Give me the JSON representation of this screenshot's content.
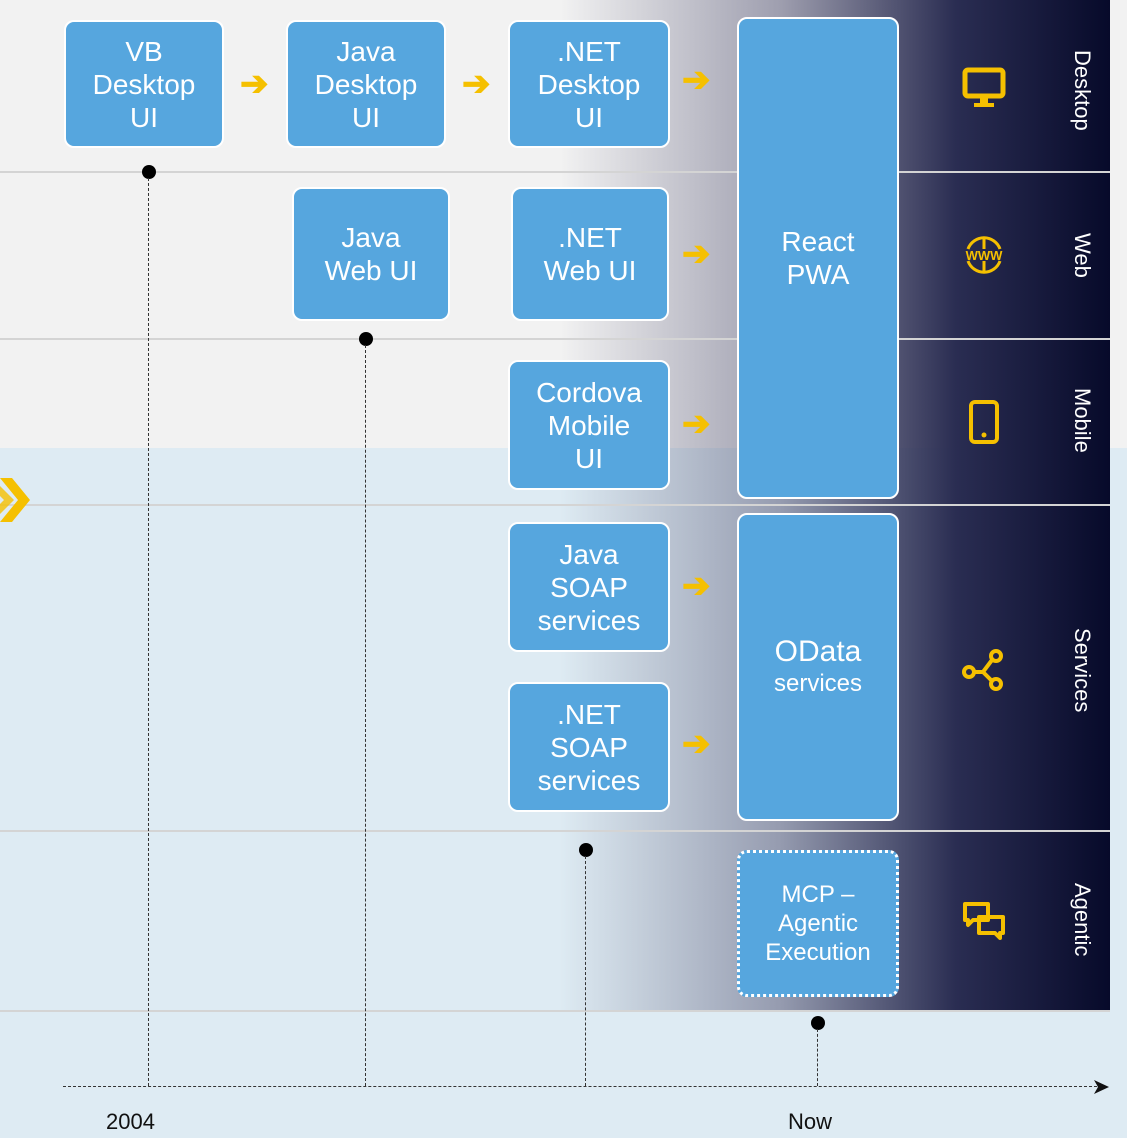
{
  "rows": [
    {
      "label": "Desktop",
      "icon": "monitor-icon"
    },
    {
      "label": "Web",
      "icon": "www-globe-icon"
    },
    {
      "label": "Mobile",
      "icon": "smartphone-icon"
    },
    {
      "label": "Services",
      "icon": "share-nodes-icon"
    },
    {
      "label": "Agentic",
      "icon": "chat-bubbles-icon"
    }
  ],
  "boxes": {
    "vb_desktop": "VB\nDesktop\nUI",
    "java_desktop": "Java\nDesktop\nUI",
    "net_desktop": ".NET\nDesktop\nUI",
    "java_web": "Java\nWeb UI",
    "net_web": ".NET\nWeb UI",
    "cordova": "Cordova\nMobile\nUI",
    "react_pwa": "React\nPWA",
    "java_soap": "Java\nSOAP\nservices",
    "net_soap": ".NET\nSOAP\nservices",
    "odata_title": "OData",
    "odata_sub": "services",
    "mcp": "MCP –\nAgentic\nExecution"
  },
  "timeline": {
    "start_label": "2004",
    "end_label": "Now"
  },
  "colors": {
    "box": "#56a6de",
    "arrow": "#f5c000",
    "icon": "#f5c000",
    "dark": "#070a2a"
  }
}
